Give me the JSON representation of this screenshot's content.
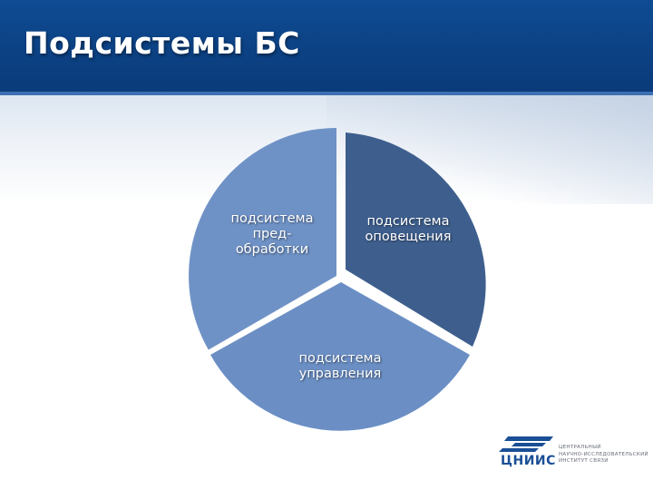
{
  "slide": {
    "title": "Подсистемы БС"
  },
  "diagram": {
    "segments": [
      {
        "lines": [
          "подсистема",
          "пред-",
          "обработки"
        ],
        "color": "#6f92c6"
      },
      {
        "lines": [
          "подсистема",
          "оповещения"
        ],
        "color": "#3e5f8e"
      },
      {
        "lines": [
          "подсистема",
          "управления"
        ],
        "color": "#6b8fc4"
      }
    ]
  },
  "logo": {
    "abbreviation": "ЦНИИС",
    "org_lines": [
      "ЦЕНТРАЛЬНЫЙ",
      "НАУЧНО-ИССЛЕДОВАТЕЛЬСКИЙ",
      "ИНСТИТУТ СВЯЗИ"
    ],
    "color": "#1a4f96"
  }
}
